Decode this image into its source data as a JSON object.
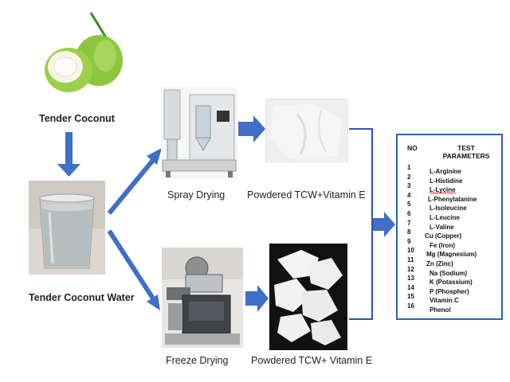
{
  "nodes": {
    "tender_coconut": "Tender Coconut",
    "tender_coconut_water": "Tender Coconut Water",
    "spray_drying": "Spray Drying",
    "freeze_drying": "Freeze Drying",
    "powder_spray": "Powdered TCW+Vitamin E",
    "powder_freeze": "Powdered TCW+ Vitamin E"
  },
  "table": {
    "header_no": "NO",
    "header_params": "TEST PARAMETERS",
    "rows": [
      {
        "no": "1",
        "param": "L-Arginine"
      },
      {
        "no": "2",
        "param": "L-Histidine"
      },
      {
        "no": "3",
        "param": "L-Lycine"
      },
      {
        "no": "4",
        "param": "L-Phenylalanine"
      },
      {
        "no": "5",
        "param": "L-Isoleucine"
      },
      {
        "no": "6",
        "param": "L-Leucine"
      },
      {
        "no": "7",
        "param": "L-Valine"
      },
      {
        "no": "8",
        "param": "Cu (Copper)"
      },
      {
        "no": "9",
        "param": "Fe (Iron)"
      },
      {
        "no": "10",
        "param": "Mg (Magnesium)"
      },
      {
        "no": "11",
        "param": "Zn (Zinc)"
      },
      {
        "no": "12",
        "param": "Na (Sodium)"
      },
      {
        "no": "13",
        "param": "K (Potassium)"
      },
      {
        "no": "14",
        "param": "P (Phospher)"
      },
      {
        "no": "15",
        "param": "Vitamin C"
      },
      {
        "no": "16",
        "param": "Phenol"
      }
    ]
  },
  "colors": {
    "arrow": "#3f6fc6",
    "arrow_dark": "#2b55a6",
    "table_border": "#2b63b8"
  }
}
